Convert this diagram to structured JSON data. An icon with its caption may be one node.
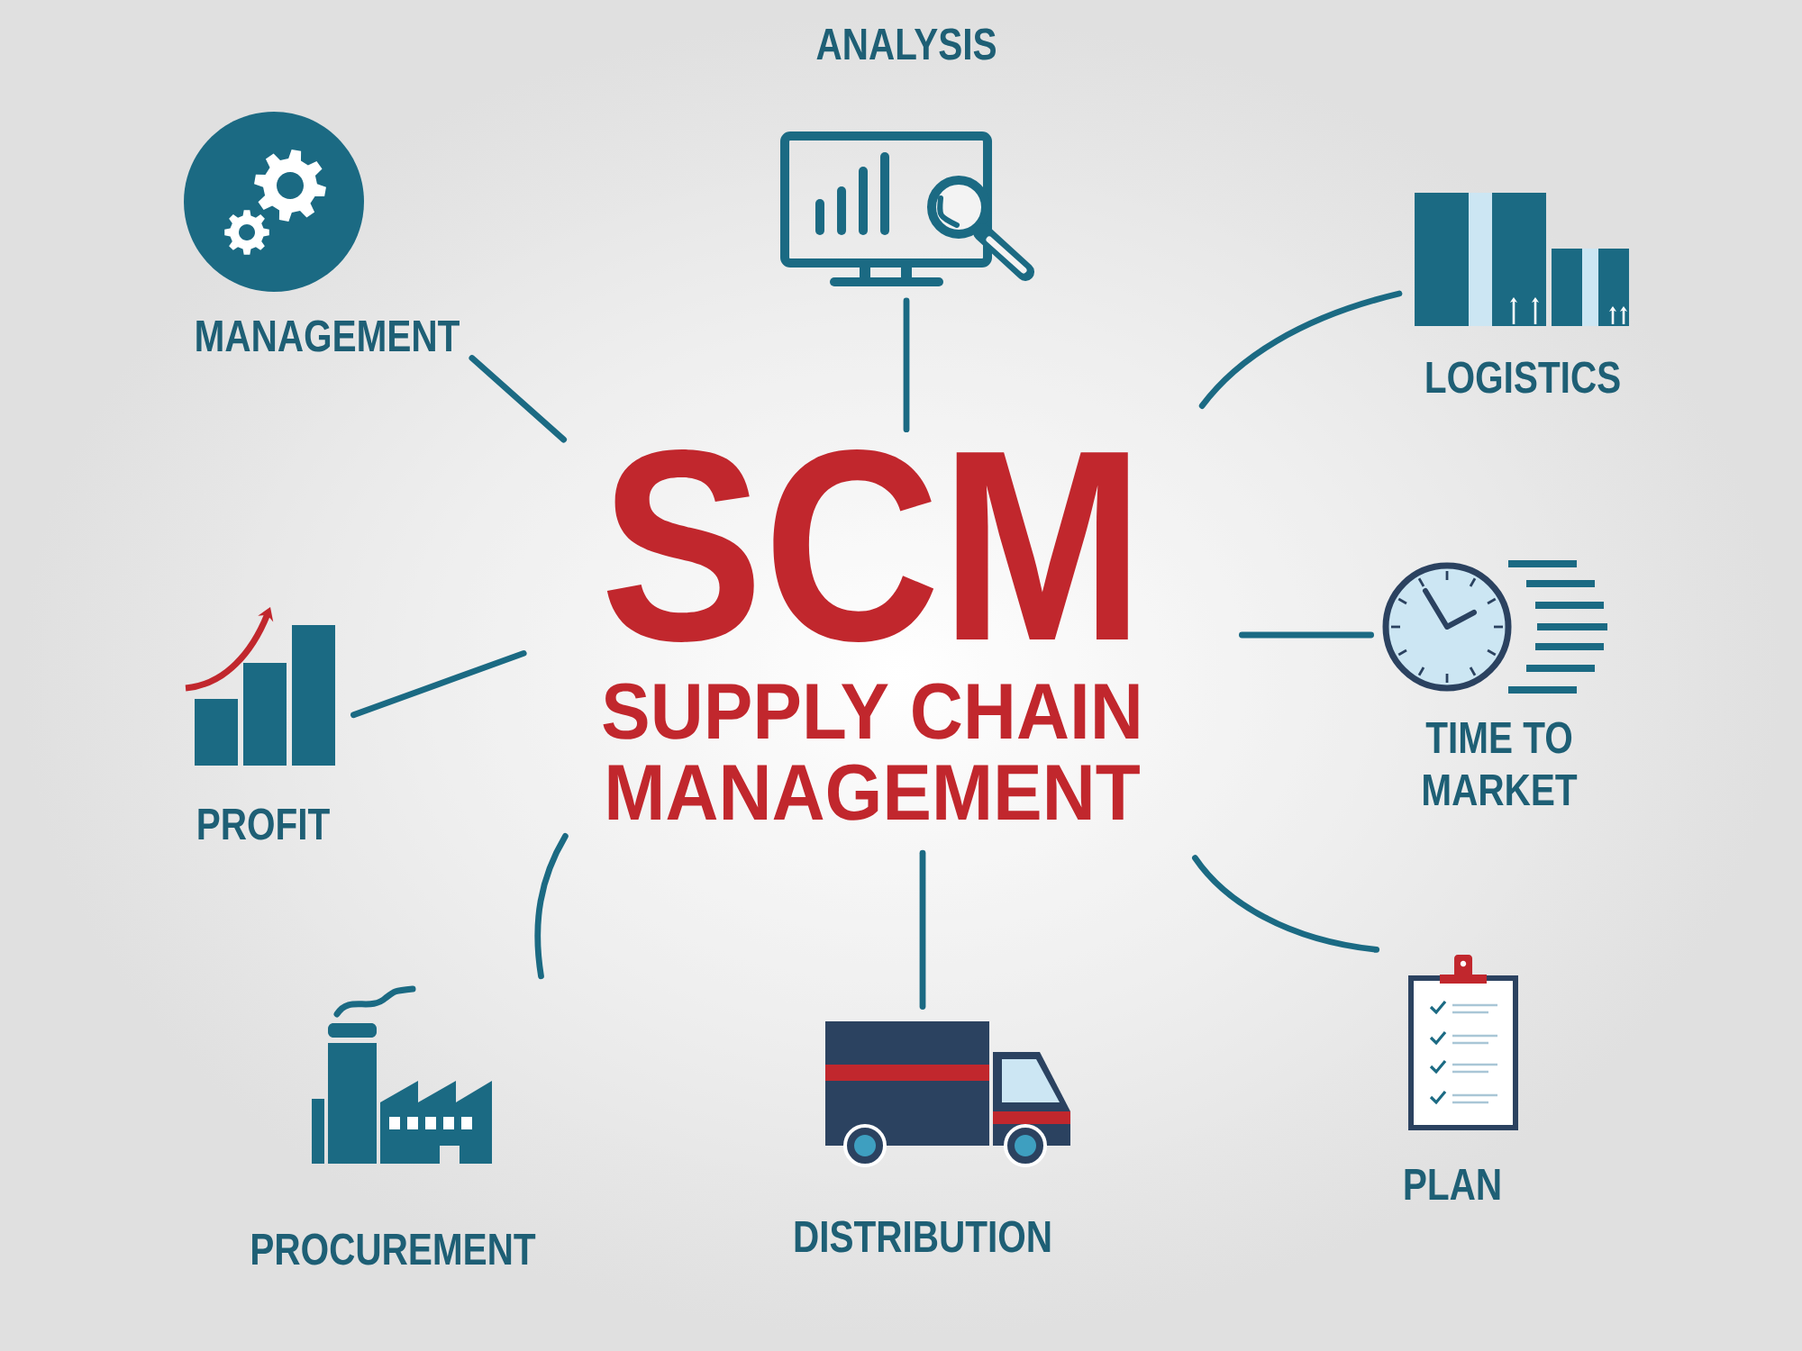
{
  "diagram": {
    "nodes": [
      {
        "text": [
          "SCM",
          "SUPPLY CHAIN MANAGEMENT"
        ]
      },
      {
        "text": [
          "MANAGEMENT"
        ]
      },
      {
        "text": [
          "ANALYSIS"
        ]
      },
      {
        "text": [
          "LOGISTICS"
        ]
      },
      {
        "text": [
          "PROFIT"
        ]
      },
      {
        "text": [
          "TIME TO MARKET"
        ]
      },
      {
        "text": [
          "PROCUREMENT"
        ]
      },
      {
        "text": [
          "DISTRIBUTION"
        ]
      },
      {
        "text": [
          "PLAN"
        ]
      }
    ],
    "edges": [
      {
        "from": 0,
        "to": 1,
        "arrow": "none"
      },
      {
        "from": 0,
        "to": 2,
        "arrow": "none"
      },
      {
        "from": 0,
        "to": 3,
        "arrow": "none"
      },
      {
        "from": 0,
        "to": 4,
        "arrow": "none"
      },
      {
        "from": 0,
        "to": 5,
        "arrow": "none"
      },
      {
        "from": 0,
        "to": 6,
        "arrow": "none"
      },
      {
        "from": 0,
        "to": 7,
        "arrow": "none"
      },
      {
        "from": 0,
        "to": 8,
        "arrow": "none"
      }
    ]
  }
}
